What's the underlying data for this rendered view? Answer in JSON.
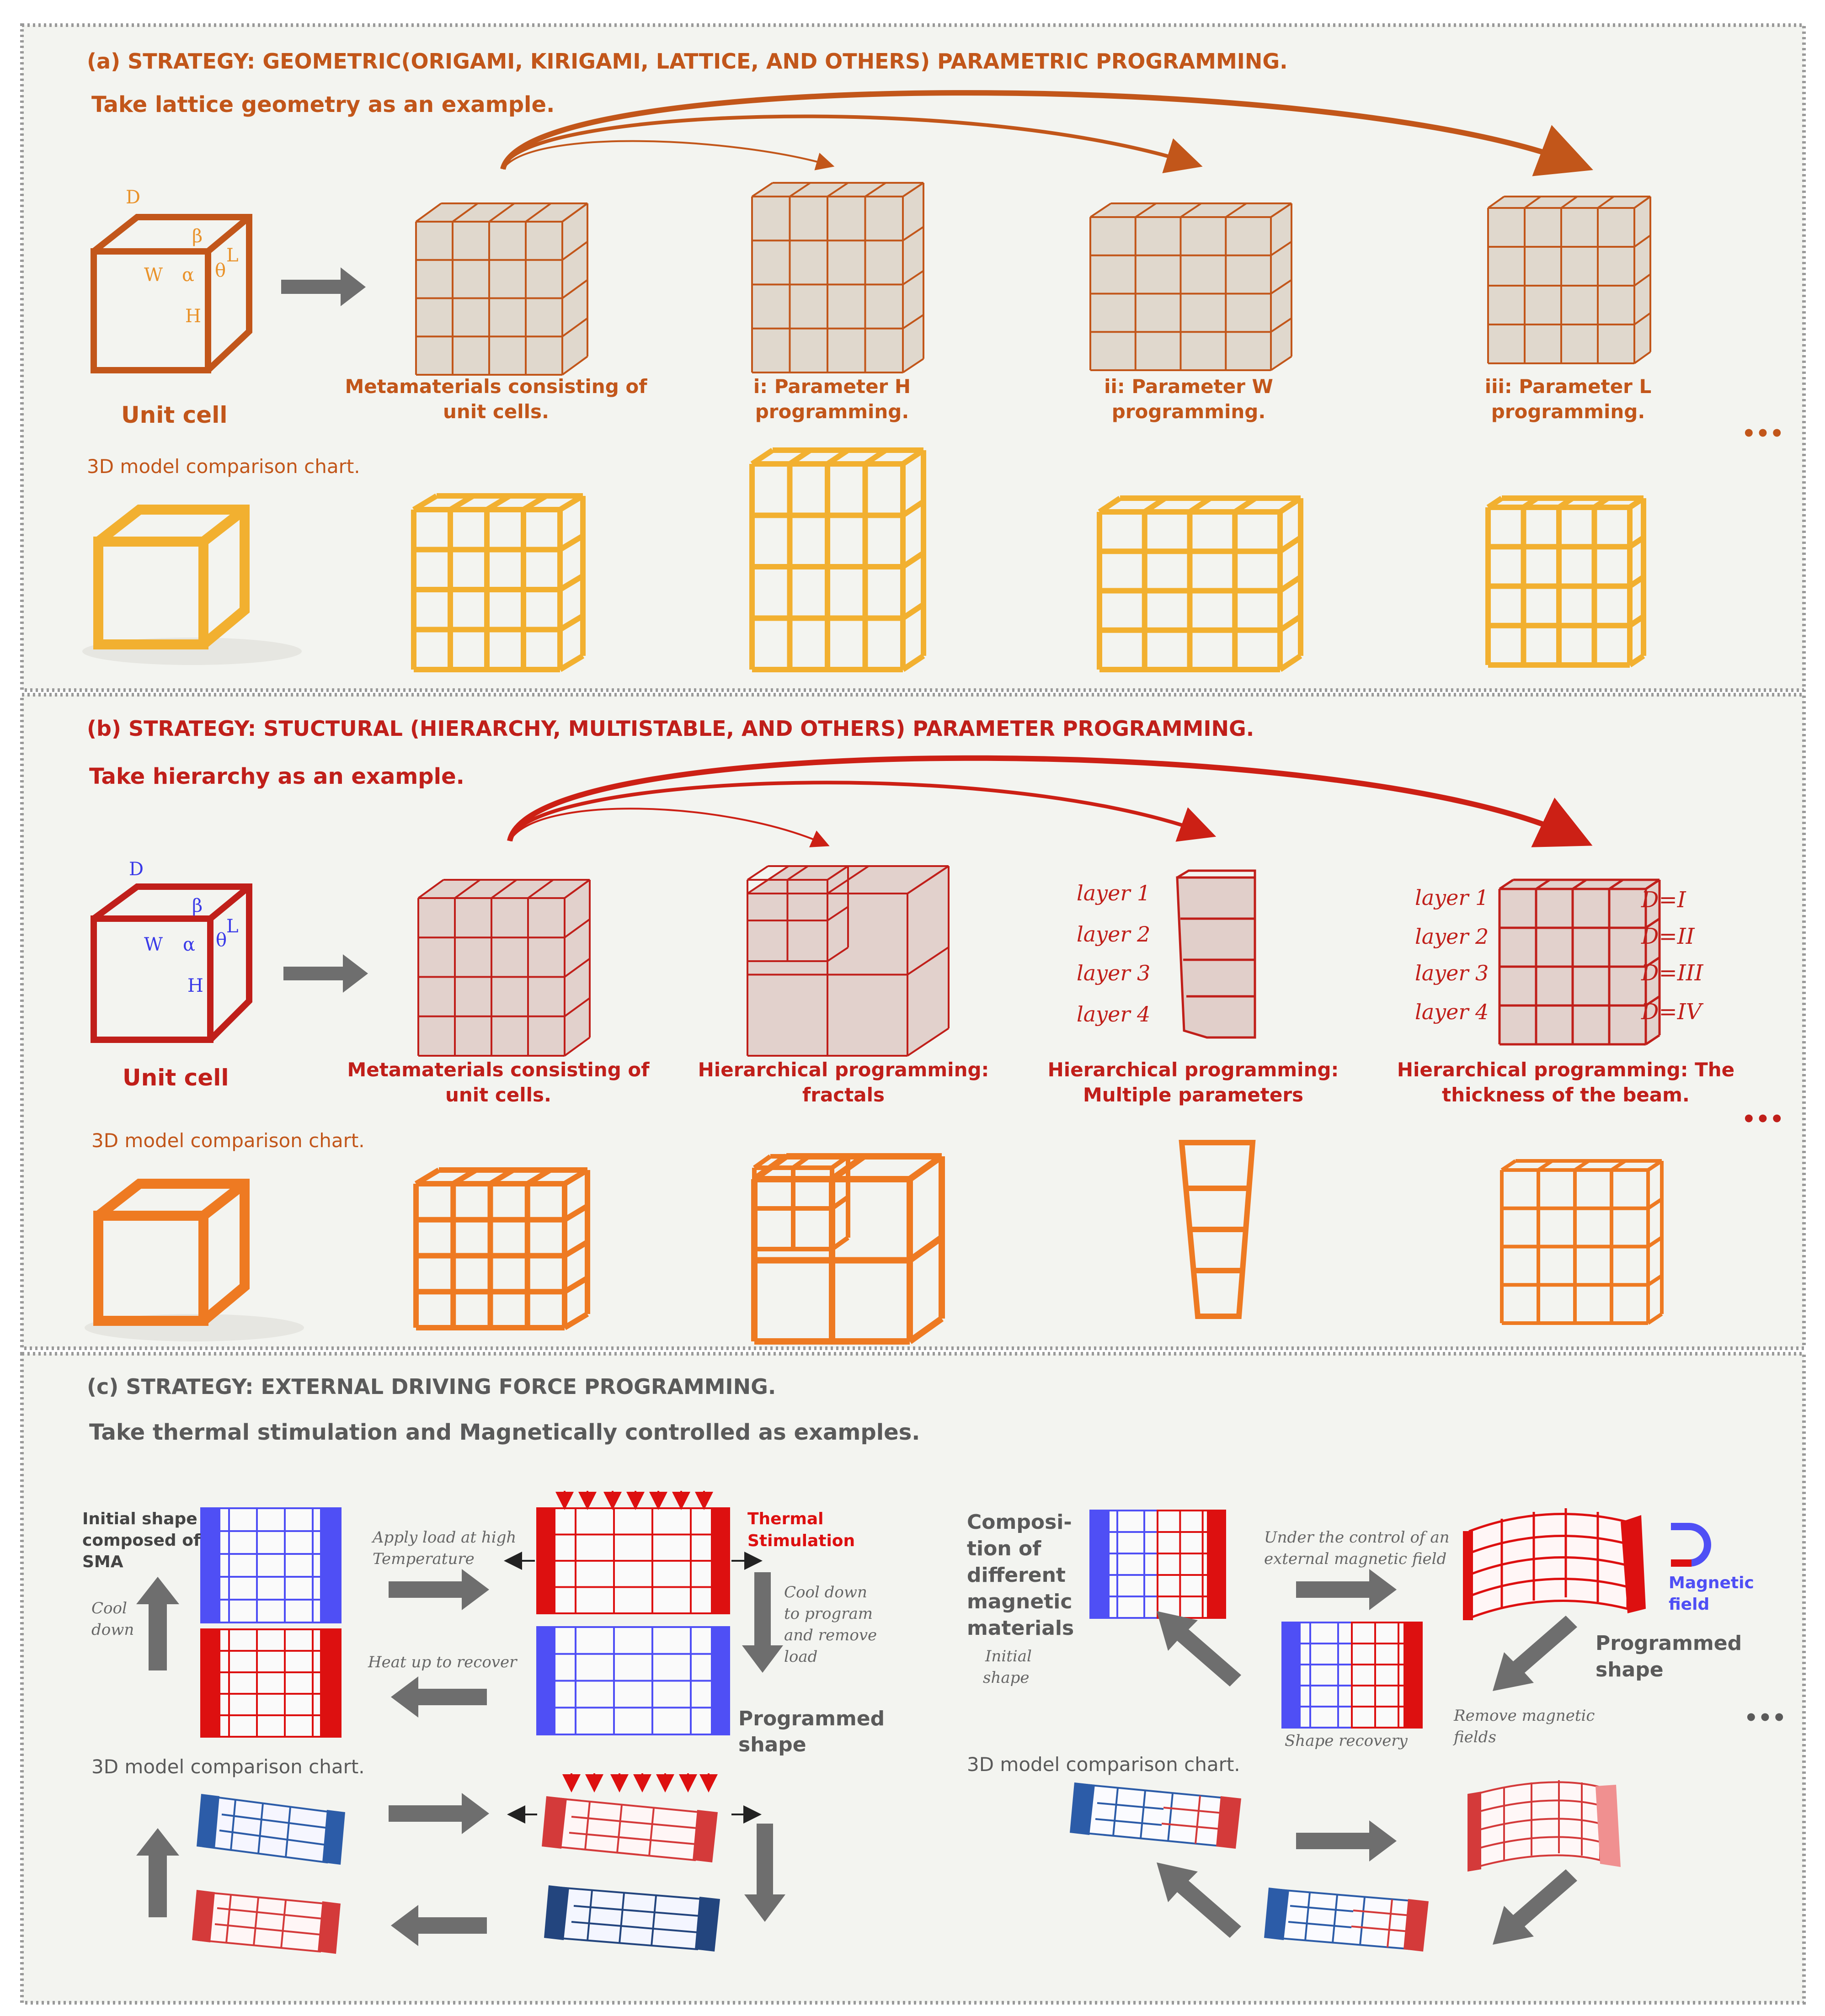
{
  "colors": {
    "panel_bg": "#f3f4f0",
    "border": "#9a9a9a",
    "a_accent": "#c2561a",
    "a_light": "#e9a43a",
    "a_model": "#f2b030",
    "b_accent": "#c01f1a",
    "b_model": "#ee7a22",
    "c_text": "#5a5a5a",
    "blue": "#4f4ff5",
    "red": "#dd1010",
    "arrow_gray": "#6e6e6e"
  },
  "panel_a": {
    "title": "(a)  STRATEGY: GEOMETRIC(ORIGAMI, KIRIGAMI, LATTICE, AND OTHERS) PARAMETRIC PROGRAMMING.",
    "subtitle": "Take lattice geometry as an example.",
    "unit_cell_label": "Unit cell",
    "params": {
      "D": "D",
      "beta": "β",
      "W": "W",
      "alpha": "α",
      "L": "L",
      "theta": "θ",
      "H": "H"
    },
    "captions": [
      [
        "Metamaterials consisting of",
        "unit cells."
      ],
      [
        "i: Parameter H",
        "programming."
      ],
      [
        "ii: Parameter W",
        "programming."
      ],
      [
        "iii: Parameter L",
        "programming."
      ]
    ],
    "comparison_label": "3D model comparison chart.",
    "ellipsis": "•••"
  },
  "panel_b": {
    "title": "(b)  STRATEGY: STUCTURAL (HIERARCHY, MULTISTABLE, AND OTHERS) PARAMETER PROGRAMMING.",
    "subtitle": "Take hierarchy as an example.",
    "unit_cell_label": "Unit cell",
    "params": {
      "D": "D",
      "beta": "β",
      "W": "W",
      "alpha": "α",
      "L": "L",
      "theta": "θ",
      "H": "H"
    },
    "layers": [
      "layer 1",
      "layer 2",
      "layer 3",
      "layer 4"
    ],
    "thickness": [
      "D=I",
      "D=II",
      "D=III",
      "D=IV"
    ],
    "captions": [
      [
        "Metamaterials consisting of",
        "unit cells."
      ],
      [
        "Hierarchical programming:",
        "fractals"
      ],
      [
        "Hierarchical programming:",
        "Multiple parameters"
      ],
      [
        "Hierarchical programming: The",
        "thickness of the beam."
      ]
    ],
    "comparison_label": "3D model comparison chart.",
    "ellipsis": "•••"
  },
  "panel_c": {
    "title": "(c)  STRATEGY: EXTERNAL DRIVING FORCE PROGRAMMING.",
    "subtitle": "Take thermal stimulation and Magnetically controlled as examples.",
    "thermal": {
      "initial_shape": [
        "Initial shape",
        "composed of",
        "SMA"
      ],
      "cool_down": [
        "Cool",
        "down"
      ],
      "apply_load": [
        "Apply load at high",
        "Temperature"
      ],
      "thermal_stimulation": [
        "Thermal",
        "Stimulation"
      ],
      "cool_program": [
        "Cool down",
        "to program",
        "and remove",
        "load"
      ],
      "heat_up": "Heat up to recover",
      "programmed_shape": [
        "Programmed",
        "shape"
      ]
    },
    "magnetic": {
      "composition": [
        "Composi-",
        "tion of",
        "different",
        "magnetic",
        "materials"
      ],
      "initial_shape": [
        "Initial",
        "shape"
      ],
      "under_control": [
        "Under the control of an",
        "external magnetic field"
      ],
      "magnetic_field": [
        "Magnetic",
        "field"
      ],
      "programmed_shape": [
        "Programmed",
        "shape"
      ],
      "shape_recovery": "Shape recovery",
      "remove_fields": [
        "Remove magnetic",
        "fields"
      ]
    },
    "comparison_label_left": "3D model comparison chart.",
    "comparison_label_right": "3D model comparison chart.",
    "ellipsis": "•••"
  }
}
